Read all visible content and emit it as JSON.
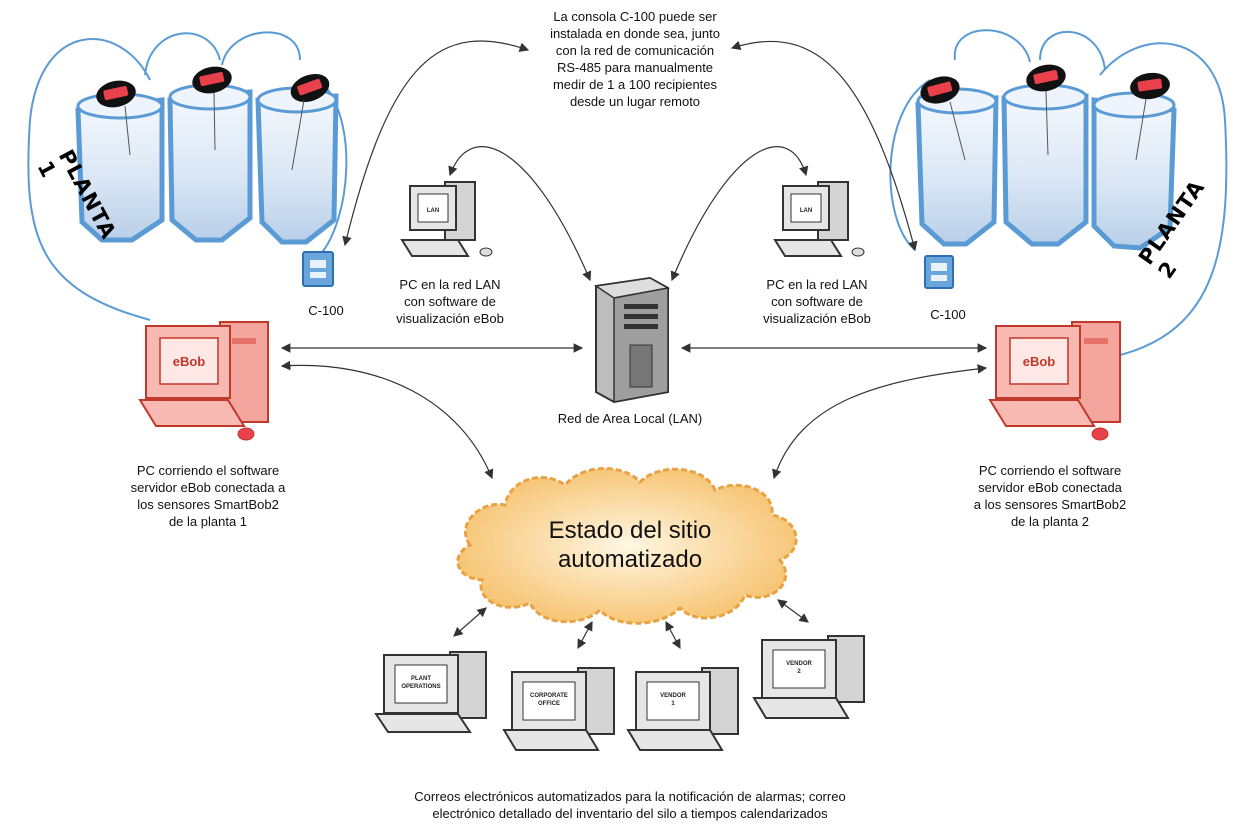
{
  "top_note": "La consola C-100 puede ser\ninstalada en donde sea, junto\ncon la red de comunicación\nRS-485 para manualmente\nmedir de 1 a 100 recipientes\ndesde un lugar remoto",
  "plant_left": "PLANTA 1",
  "plant_right": "PLANTA 2",
  "console_left": "C-100",
  "console_right": "C-100",
  "lan_pc_left": "PC en la red LAN\ncon software de\nvisualización eBob",
  "lan_pc_right": "PC en la red LAN\ncon software de\nvisualización eBob",
  "lan_screen": "LAN",
  "server_label": "Red de Area Local (LAN)",
  "ebob_logo": "eBob",
  "server_pc_left": "PC corriendo el software\nservidor eBob conectada a\nlos sensores SmartBob2\nde la planta 1",
  "server_pc_right": "PC corriendo el software\nservidor eBob conectada\na los sensores SmartBob2\nde la planta 2",
  "cloud_text": "Estado del sitio\nautomatizado",
  "bottom_pcs": [
    "PLANT\nOPERATIONS",
    "CORPORATE\nOFFICE",
    "VENDOR\n1",
    "VENDOR\n2"
  ],
  "bottom_note": "Correos electrónicos automatizados para la notificación de alarmas; correo\nelectrónico detallado del inventario del silo a tiempos calendarizados",
  "colors": {
    "silo_outline": "#5b9bd5",
    "silo_fill": "#c9dcf0",
    "sensor_red": "#e8414b",
    "pc_red": "#f08a82",
    "cloud": "#f7c77a"
  }
}
